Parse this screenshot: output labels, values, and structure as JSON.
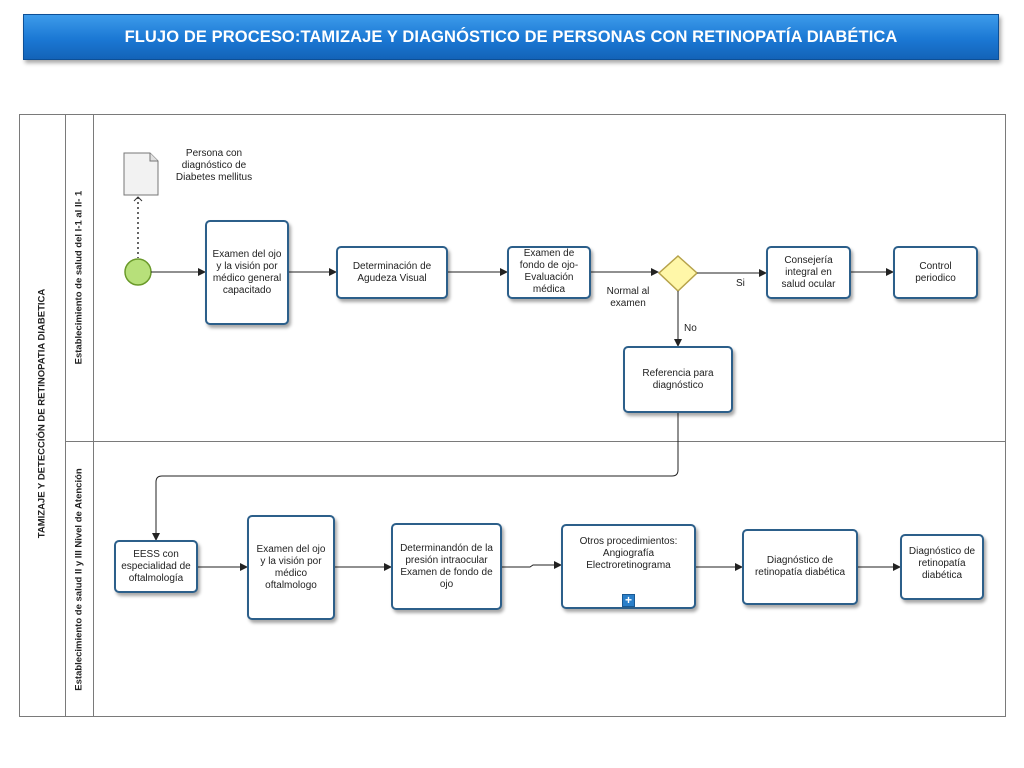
{
  "title": "FLUJO DE PROCESO:TAMIZAJE Y DIAGNÓSTICO DE PERSONAS CON RETINOPATÍA DIABÉTICA",
  "pool": {
    "label": "TAMIZAJE Y DETECCIÓN DE RETINOPATIA DIABETICA",
    "lanes": [
      {
        "label": "Establecimiento de salud del I-1 al II- 1"
      },
      {
        "label": "Establecimiento de salud II y III Nivel de Atención"
      }
    ]
  },
  "document": {
    "label": "Persona con diagnóstico de Diabetes mellitus"
  },
  "tasks": {
    "t1": "Examen del ojo y la visión por médico general capacitado",
    "t2": "Determinación de Agudeza Visual",
    "t3": "Examen de fondo de ojo-Evaluación médica",
    "t4": "Consejería integral en salud ocular",
    "t5": "Control periodico",
    "t6": "Referencia para diagnóstico",
    "t7": "EESS con especialidad de oftalmología",
    "t8": "Examen del ojo y la visión por médico oftalmologo",
    "t9": "Determinandón de la presión intraocular Examen de fondo de ojo",
    "t10": "Otros procedimientos: Angiografía Electroretinograma",
    "t11": "Diagnóstico de retinopatía diabética",
    "t12": "Diagnóstico de retinopatía diabética"
  },
  "gateway": {
    "label": "Normal al examen",
    "yes": "Si",
    "no": "No"
  },
  "colors": {
    "title_bg": "#1b78d4",
    "task_border": "#2c5f8a",
    "start_event": "#b7e07a",
    "gateway": "#fff7a8",
    "subprocess_marker": "#2a7fc9"
  }
}
